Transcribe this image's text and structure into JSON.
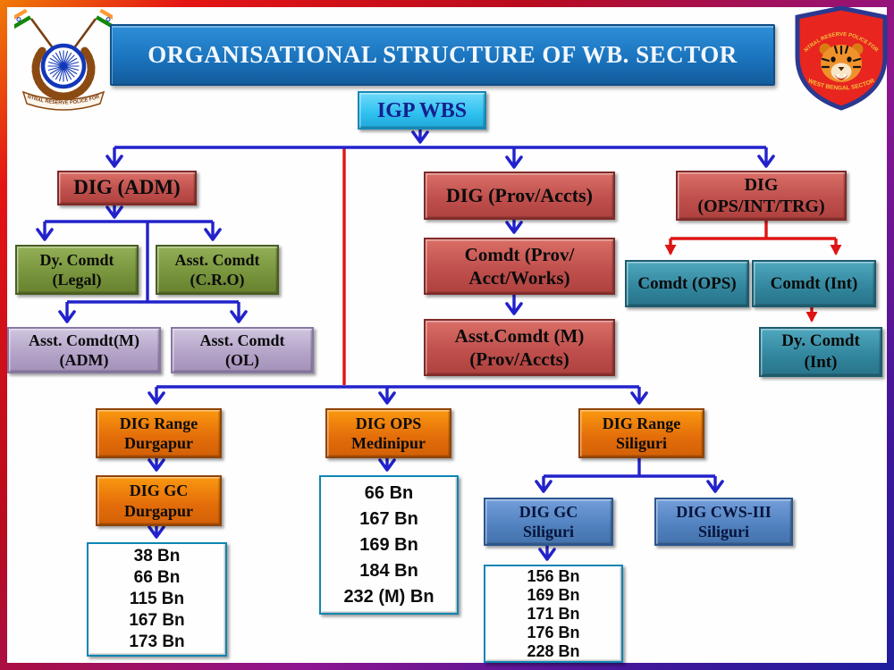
{
  "title": "ORGANISATIONAL STRUCTURE OF WB. SECTOR",
  "logos": {
    "crpf": {
      "banner_text": "CENTRAL RESERVE POLICE FORCE"
    },
    "wbs_shield": {
      "top_text": "CENTRAL RESERVE POLICE FORCE",
      "bottom_text": "WEST BENGAL SECTOR"
    }
  },
  "colors": {
    "arrow_blue": "#2222CC",
    "arrow_red": "#DE1515",
    "title_bar": "#1B74BE",
    "box_red": "#C0504D",
    "box_green": "#77933C",
    "box_lavender": "#B3A2C7",
    "box_teal": "#31859C",
    "box_orange": "#E36C0A",
    "box_cyan": "#29BDEF",
    "box_blue": "#5081BE",
    "frame_gradient": [
      "#F07A07",
      "#B80B1E",
      "#8E1590",
      "#1E1E9E"
    ]
  },
  "nodes": {
    "igp": {
      "label": "IGP WBS"
    },
    "dig_adm": {
      "label": "DIG (ADM)"
    },
    "dy_comdt_legal": {
      "label": "Dy. Comdt\n(Legal)"
    },
    "asst_comdt_cro": {
      "label": "Asst. Comdt\n(C.R.O)"
    },
    "asst_comdt_m_adm": {
      "label": "Asst. Comdt(M)\n(ADM)"
    },
    "asst_comdt_ol": {
      "label": "Asst. Comdt\n(OL)"
    },
    "dig_prov_accts": {
      "label": "DIG (Prov/Accts)"
    },
    "comdt_prov_acct_works": {
      "label": "Comdt (Prov/\nAcct/Works)"
    },
    "asst_comdt_m_prov_accts": {
      "label": "Asst.Comdt (M)\n(Prov/Accts)"
    },
    "dig_ops_int_trg": {
      "label": "DIG\n(OPS/INT/TRG)"
    },
    "comdt_ops": {
      "label": "Comdt (OPS)"
    },
    "comdt_int": {
      "label": "Comdt (Int)"
    },
    "dy_comdt_int": {
      "label": "Dy. Comdt\n(Int)"
    },
    "dig_range_durgapur": {
      "label": "DIG Range\nDurgapur"
    },
    "dig_gc_durgapur": {
      "label": "DIG GC\nDurgapur"
    },
    "bn_durgapur": {
      "battalions": [
        "38 Bn",
        "66 Bn",
        "115 Bn",
        "167 Bn",
        "173 Bn"
      ]
    },
    "dig_ops_medinipur": {
      "label": "DIG OPS\nMedinipur"
    },
    "bn_medinipur": {
      "battalions": [
        "66 Bn",
        "167 Bn",
        "169 Bn",
        "184 Bn",
        "232 (M) Bn"
      ]
    },
    "dig_range_siliguri": {
      "label": "DIG Range\nSiliguri"
    },
    "dig_gc_siliguri": {
      "label": "DIG GC\nSiliguri"
    },
    "dig_cws_iii_siliguri": {
      "label": "DIG CWS-III\nSiliguri"
    },
    "bn_siliguri": {
      "battalions": [
        "156 Bn",
        "169 Bn",
        "171 Bn",
        "176 Bn",
        "228 Bn"
      ]
    }
  }
}
